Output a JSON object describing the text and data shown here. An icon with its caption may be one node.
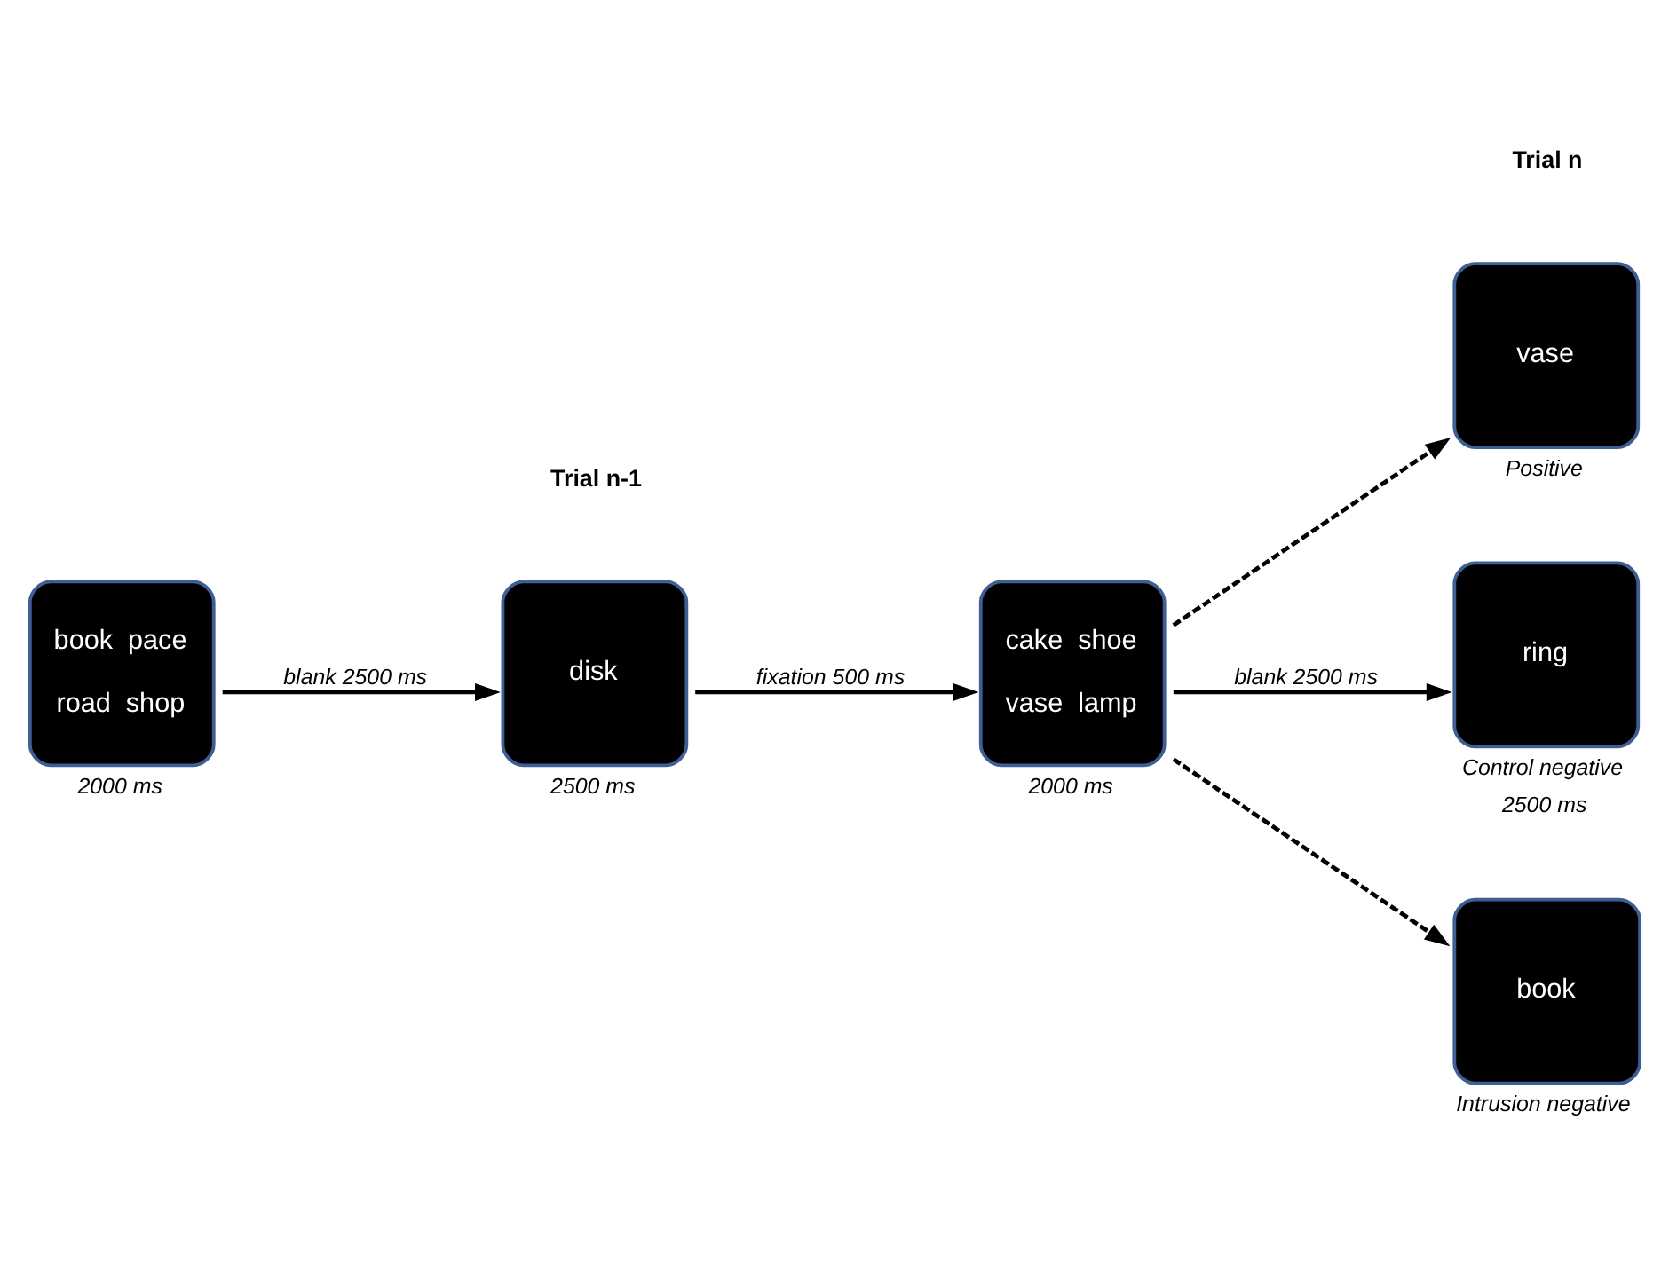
{
  "diagram": {
    "nodes": [
      {
        "text": [
          "book  pace",
          "road  shop"
        ],
        "beside": [
          "2000 ms"
        ]
      },
      {
        "text": [
          "disk"
        ],
        "beside": [
          "2500 ms"
        ]
      },
      {
        "text": [
          "cake  shoe",
          "vase  lamp"
        ],
        "beside": [
          "2000 ms"
        ]
      },
      {
        "text": [
          "vase"
        ],
        "beside": [
          "Positive"
        ]
      },
      {
        "text": [
          "ring"
        ],
        "beside": [
          "Control negative",
          "2500 ms"
        ]
      },
      {
        "text": [
          "book"
        ],
        "beside": [
          "Intrusion negative"
        ]
      }
    ],
    "edges": [
      {
        "from": 0,
        "to": 1,
        "arrow": "to",
        "label": "blank 2500 ms"
      },
      {
        "from": 1,
        "to": 2,
        "arrow": "to",
        "label": "fixation 500 ms"
      },
      {
        "from": 2,
        "to": 3,
        "arrow": "to",
        "style": "dashed"
      },
      {
        "from": 2,
        "to": 4,
        "arrow": "to",
        "label": "blank 2500 ms"
      },
      {
        "from": 2,
        "to": 5,
        "arrow": "to",
        "style": "dashed"
      }
    ],
    "labels": [
      "Trial n-1",
      "Trial n"
    ]
  }
}
